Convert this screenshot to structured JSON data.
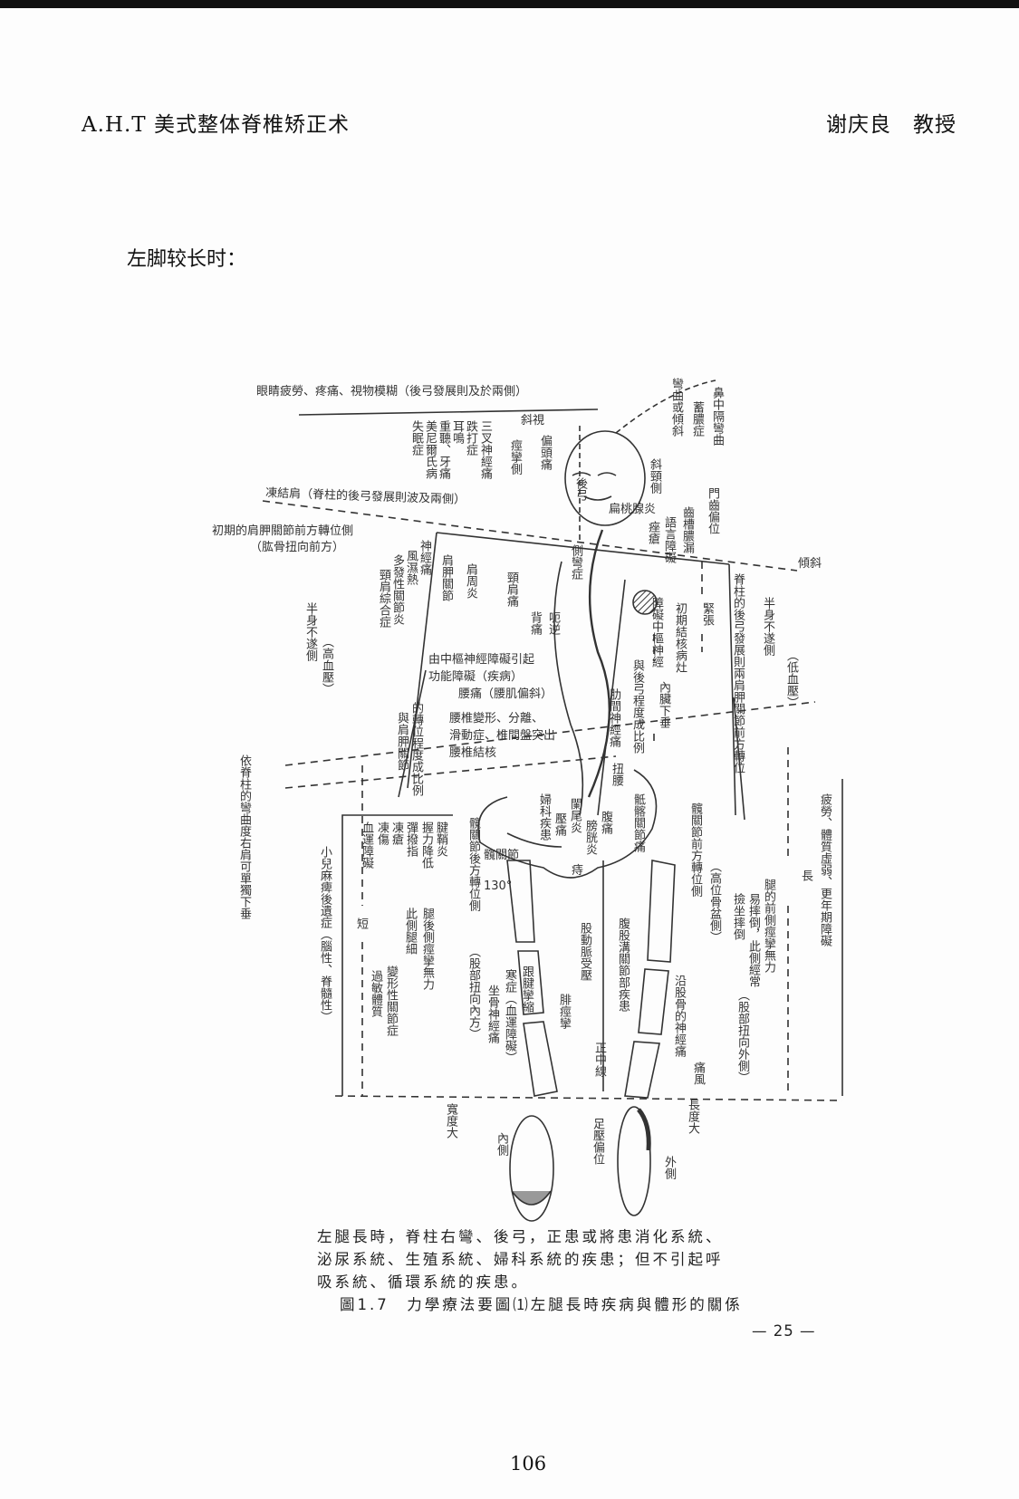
{
  "header": {
    "title": "A.H.T 美式整体脊椎矫正术",
    "author": "谢庆良　教授"
  },
  "section_heading": "左脚较长时：",
  "figure": {
    "labels": {
      "eye": "眼睛疲勞、疼痛、視物模糊（後弓發展則及於兩側）",
      "frozen": "凍結肩（脊柱的後弓發展則波及兩側）",
      "early1": "初期的肩胛關節前方轉位側",
      "early2": "（肱骨扭向前方）",
      "strab": "斜視",
      "tonsil": "扁桃腺炎",
      "cns1": "由中樞神經障礙引起",
      "cns2": "功能障礙（疾病）",
      "cns3": "腰痛（腰肌偏斜）",
      "lumb1": "腰椎變形、分離、",
      "lumb2": "滑動症、椎間盤突出",
      "lumb3": "腰椎結核",
      "tilt": "傾斜",
      "deg": "130°",
      "hem": "痔",
      "hipj": "髖關節",
      "nose": "鼻中隔彎曲",
      "sinus": "蓄膿症",
      "bend": "彎曲或傾斜",
      "wryneck": "斜頸側",
      "incisor": "門齒偏位",
      "pyorr": "齒槽膿漏",
      "speech": "語言障礙",
      "acne": "痤瘡",
      "trigem": "三叉神經痛",
      "fall": "跌打症",
      "tinn": "耳鳴",
      "deaf": "重聽、牙痛",
      "meniere": "美尼爾氏病",
      "insom": "失眠症",
      "spasm": "痙攣側",
      "migr": "偏頭痛",
      "kypho": "後弓",
      "scol": "側彎症",
      "neckpain": "頸肩痛",
      "hiccup": "呃逆",
      "back": "背痛",
      "periarth": "肩周炎",
      "scapj": "肩胛關節",
      "neural": "神經痛",
      "rheum": "風濕熱",
      "polyar": "多發性關節炎",
      "cervsyn": "頸肩綜合症",
      "hemiL": "半身不遂側",
      "hyper": "（高血壓）",
      "prop1": "的轉位程度成比例",
      "prop2": "與肩胛關節",
      "rshoulder": "依脊柱的彎曲度右肩可單獨下垂",
      "polio": "小兒麻痺後遺症（腦性、脊髓性）",
      "short": "短",
      "c1": "血運障礙",
      "c2": "凍傷",
      "c3": "凍瘡",
      "c4": "彈撥指",
      "c5": "握力降低",
      "c6": "腱鞘炎",
      "thin": "此側腿細",
      "legspasm": "腿後側痙攣無力",
      "osteo": "變形性關節症",
      "allergy": "過敏體質",
      "hipback": "髖關節後方轉位側",
      "inward": "（股部扭向內方）",
      "sciatic": "坐骨神經痛",
      "achil": "跟腱攣縮",
      "cold": "寒症（血運障礙）",
      "femart": "股動脈受壓",
      "calf": "腓痙攣",
      "append": "闌尾炎",
      "tender": "壓痛",
      "gyn": "婦科疾患",
      "cyst": "膀胱炎",
      "abd": "腹痛",
      "sacro": "骶髂關節痛",
      "twist": "扭腰",
      "groin": "腹股溝關節部疾患",
      "midline": "正中線",
      "hipfront": "髖關節前方轉位側",
      "highpelv": "（高位骨盆側）",
      "femnerve": "沿股骨的神經痛",
      "outward": "（股部扭向外側）",
      "gout": "痛風",
      "long": "長",
      "front1": "腿的前側痙攣無力",
      "front2": "易摔倒，此側經常",
      "front3": "撿坐摔倒",
      "fatigue": "疲勞、體質虛弱、更年期障礙",
      "bothsh": "脊柱的後弓發展則兩肩胛關節前方轉位",
      "hemiR": "半身不遂側",
      "hypo": "（低血壓）",
      "tension": "緊張",
      "tb": "初期結核病灶",
      "cnsR": "障礙中樞神經",
      "propR": "與後弓程度成比例",
      "ptosis": "內臟下垂",
      "intercost": "肋間神經痛",
      "wide": "寬度大",
      "inner": "內側",
      "footp": "足壓偏位",
      "lenbig": "長度大",
      "outer": "外側"
    },
    "caption_lines": [
      "左腿長時，脊柱右彎、後弓，正患或將患消化系統、",
      "泌尿系統、生殖系統、婦科系統的疾患；但不引起呼",
      "吸系統、循環系統的疾患。"
    ],
    "caption_title": "圖1.7　力學療法要圖⑴左腿長時疾病與體形的關係",
    "source_page": "— 25 —"
  },
  "page_number": "106"
}
